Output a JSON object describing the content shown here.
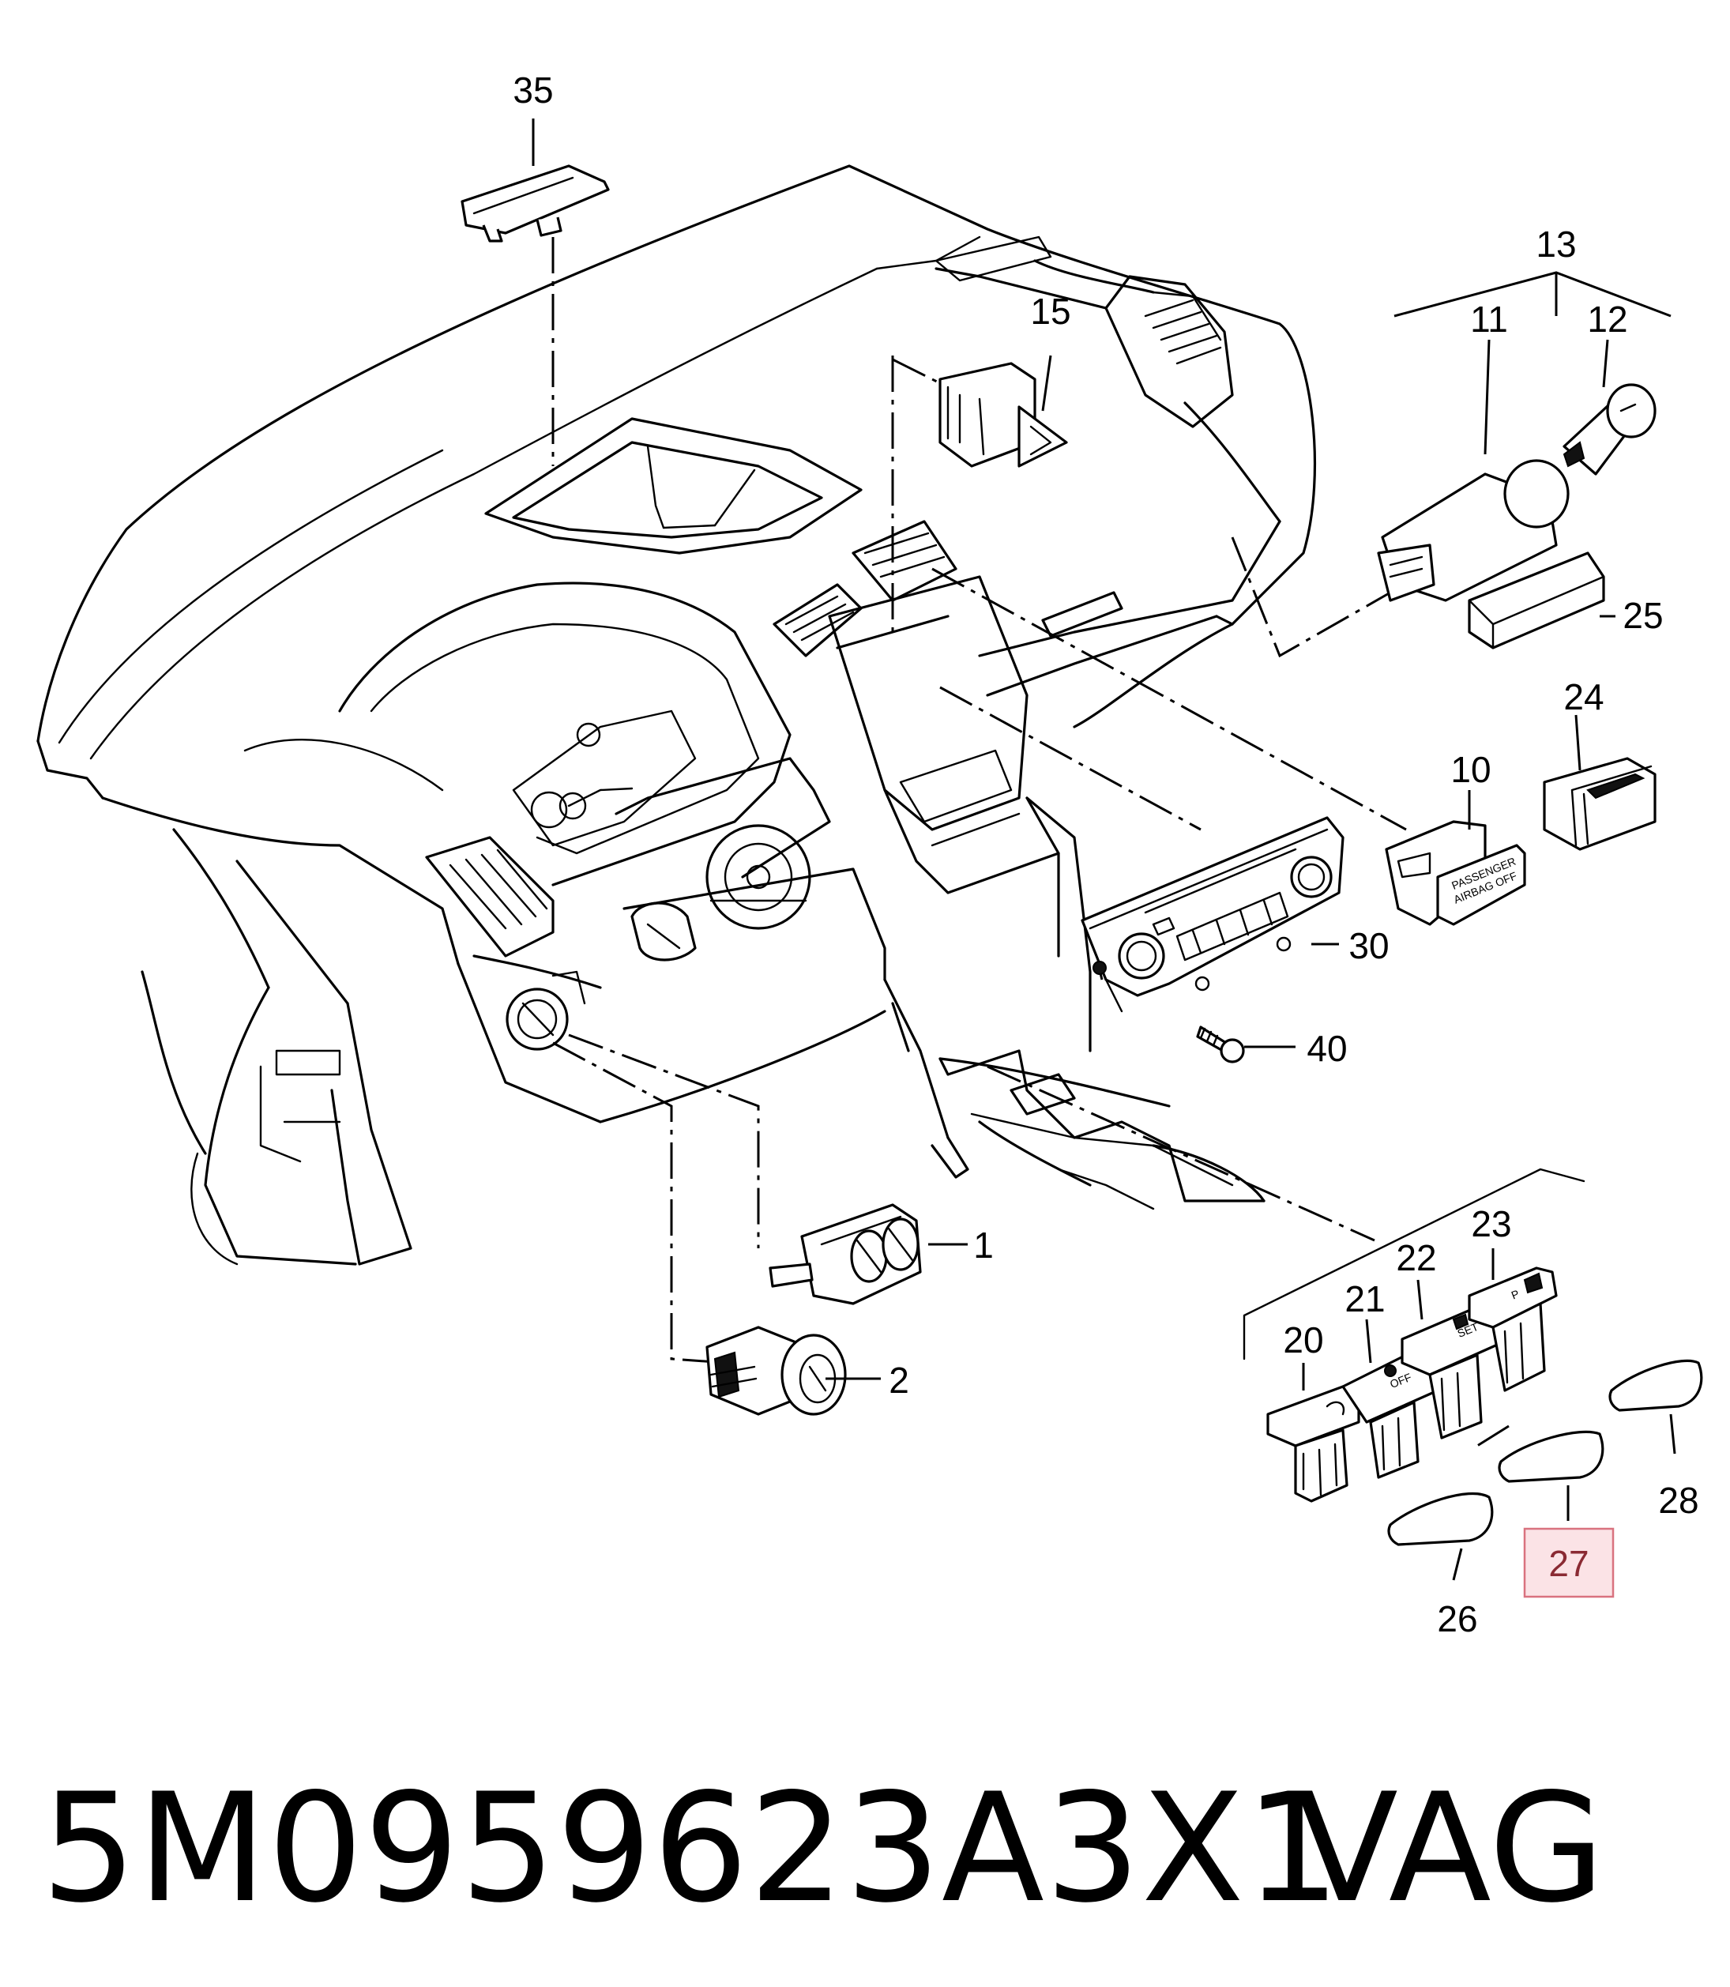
{
  "diagram": {
    "callouts": {
      "c1": "1",
      "c2": "2",
      "c10": "10",
      "c11": "11",
      "c12": "12",
      "c13": "13",
      "c15": "15",
      "c20": "20",
      "c21": "21",
      "c22": "22",
      "c23": "23",
      "c24": "24",
      "c25": "25",
      "c26": "26",
      "c27": "27",
      "c28": "28",
      "c30": "30",
      "c35": "35",
      "c40": "40"
    },
    "highlighted_callout": "27",
    "switch_labels": {
      "passenger_airbag_line1": "PASSENGER",
      "passenger_airbag_line2": "AIRBAG OFF",
      "off": "OFF",
      "set": "SET",
      "p": "P"
    },
    "colors": {
      "highlight_fill": "#fbe3e6",
      "highlight_border": "#d9727f",
      "ink": "#000000"
    }
  },
  "footer": {
    "part_number": "5M0959623A3X1",
    "brand": "VAG"
  }
}
